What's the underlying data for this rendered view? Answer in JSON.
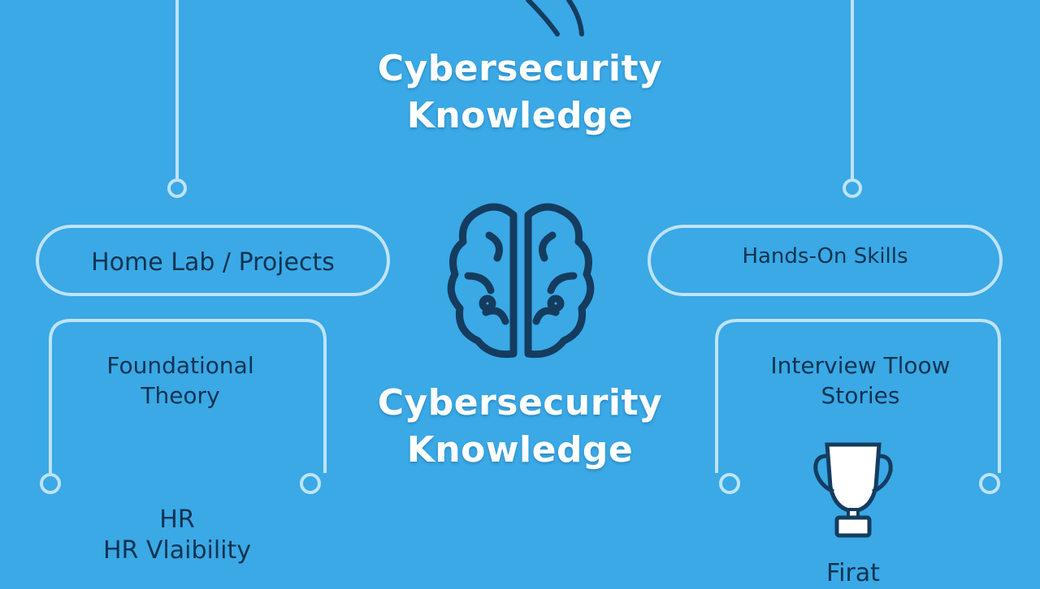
{
  "center_top_title": {
    "line1": "Cybersecurity",
    "line2": "Knowledge"
  },
  "center_mid_title": {
    "line1": "Cybersecurity",
    "line2": "Knowledge"
  },
  "left_pill": {
    "label": "Home Lab / Projects"
  },
  "right_pill": {
    "label": "Hands-On Skills"
  },
  "left_card": {
    "line1": "Foundational",
    "line2": "Theory"
  },
  "right_card": {
    "line1": "Interview Tloow",
    "line2": "Stories"
  },
  "left_bottom": {
    "line1": "HR",
    "line2": "HR Vlaibility"
  },
  "right_bottom": {
    "label": "Firat"
  },
  "icons": {
    "center": "brain-icon",
    "right": "trophy-icon"
  },
  "colors": {
    "background": "#3aa9e6",
    "line": "#bfe3fa",
    "ink": "#0f3350",
    "title": "#ffffff"
  }
}
